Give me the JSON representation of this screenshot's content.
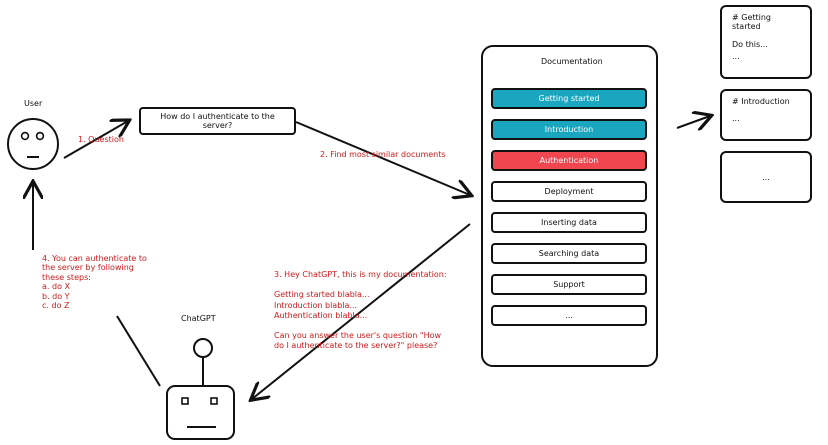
{
  "user": {
    "label": "User"
  },
  "chatgpt": {
    "label": "ChatGPT"
  },
  "question_box": {
    "text": "How do I authenticate to the server?"
  },
  "steps": {
    "step1": "1. Question",
    "step2": "2. Find most similar documents",
    "step3": "3. Hey ChatGPT, this is my documentation:\n\nGetting started blabla...\nIntroduction blabla...\nAuthentication blabla...\n\nCan you answer the user's question \"How\ndo I authenticate to the server?\" please?",
    "step4": "4. You can authenticate to\nthe server by following\nthese steps:\na. do X\nb. do Y\nc. do Z"
  },
  "documentation": {
    "title": "Documentation",
    "items": [
      {
        "label": "Getting started",
        "fill": "#1aa6bf",
        "text_color": "#ffffff"
      },
      {
        "label": "Introduction",
        "fill": "#1aa6bf",
        "text_color": "#ffffff"
      },
      {
        "label": "Authentication",
        "fill": "#ef4650",
        "text_color": "#ffffff"
      },
      {
        "label": "Deployment",
        "fill": "#ffffff",
        "text_color": "#111111"
      },
      {
        "label": "Inserting data",
        "fill": "#ffffff",
        "text_color": "#111111"
      },
      {
        "label": "Searching data",
        "fill": "#ffffff",
        "text_color": "#111111"
      },
      {
        "label": "Support",
        "fill": "#ffffff",
        "text_color": "#111111"
      },
      {
        "label": "...",
        "fill": "#ffffff",
        "text_color": "#111111"
      }
    ]
  },
  "cards": [
    {
      "title": "# Getting started",
      "body": "Do this...\n..."
    },
    {
      "title": "# Introduction",
      "body": "..."
    },
    {
      "title": "",
      "body": "..."
    }
  ],
  "colors": {
    "annotation": "#d11a1a",
    "stroke": "#111111"
  }
}
